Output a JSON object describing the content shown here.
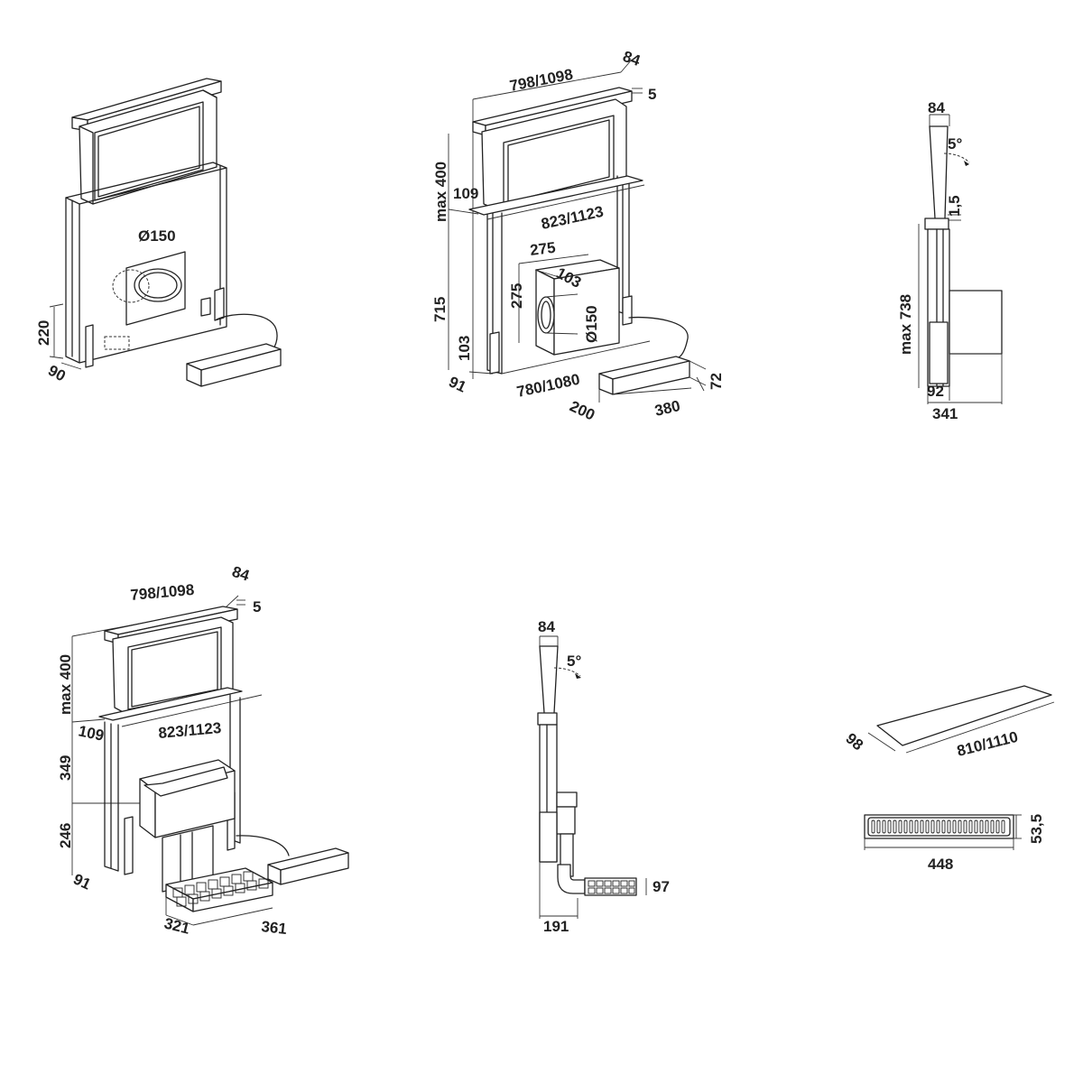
{
  "fig1": {
    "dia": "Ø150",
    "h": "220",
    "d": "90"
  },
  "fig2": {
    "w_top": "798/1098",
    "depth_top": "84",
    "gap": "5",
    "max_h": "max 400",
    "h_top": "109",
    "w_mid": "823/1123",
    "h_body": "715",
    "h_base": "103",
    "d_base": "91",
    "w_base": "780/1080",
    "box_w": "275",
    "box_d": "103",
    "box_h": "275",
    "box_dia": "Ø150",
    "motor_d": "200",
    "motor_w": "380",
    "motor_h": "72"
  },
  "fig3": {
    "top": "84",
    "angle": "5°",
    "offset": "1,5",
    "max_h": "max 738",
    "d_front": "92",
    "d_total": "341"
  },
  "fig4": {
    "w_top": "798/1098",
    "depth_top": "84",
    "gap": "5",
    "max_h": "max 400",
    "h_top": "109",
    "w_mid": "823/1123",
    "h_upper": "349",
    "h_lower": "246",
    "d_base": "91",
    "filt_w": "321",
    "filt_d": "361"
  },
  "fig5": {
    "top": "84",
    "angle": "5°",
    "h_filter": "97",
    "depth": "191"
  },
  "fig6": {
    "panel_d": "98",
    "panel_w": "810/1110",
    "grille_h": "53,5",
    "grille_w": "448"
  }
}
